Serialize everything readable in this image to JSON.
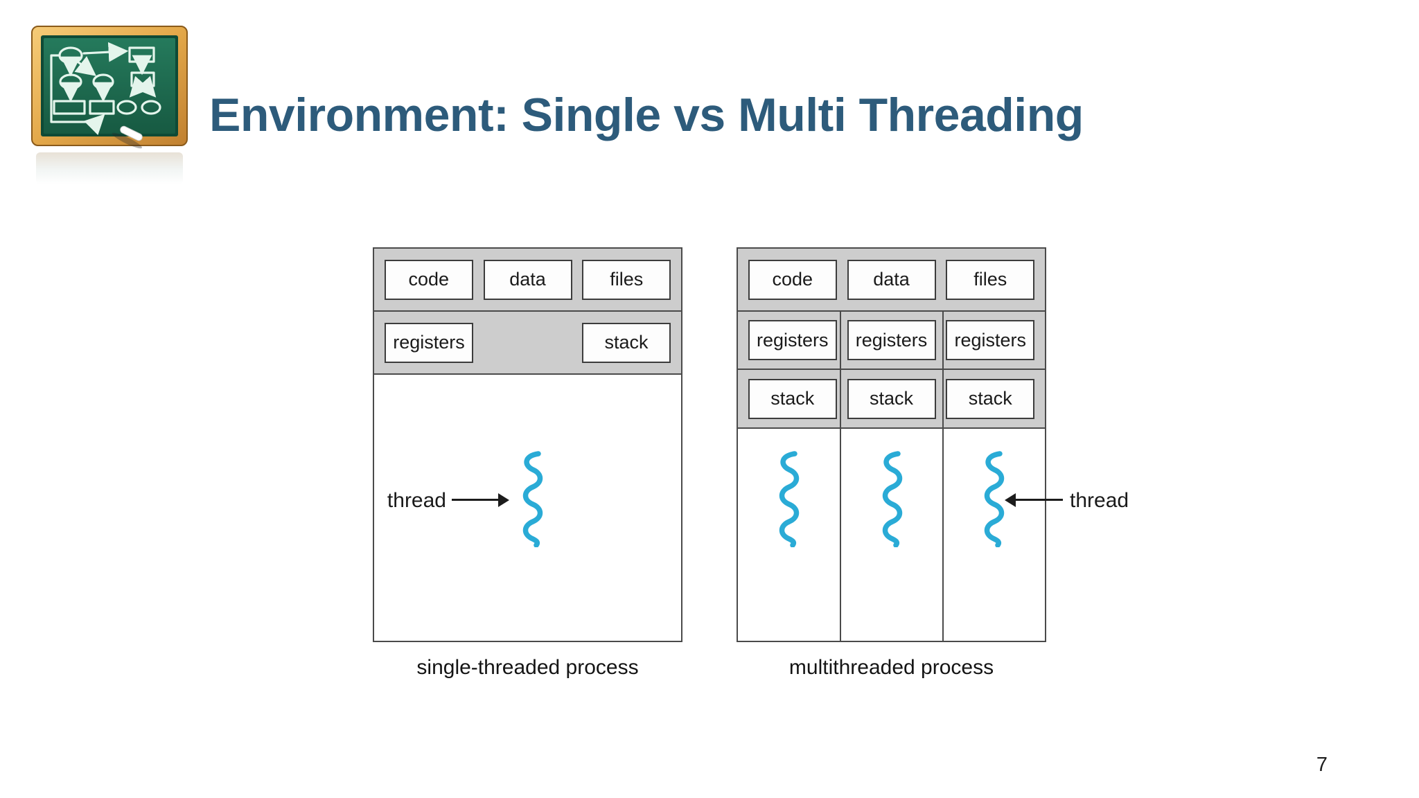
{
  "slide": {
    "title": "Environment: Single vs Multi Threading",
    "page_number": "7"
  },
  "single_process": {
    "caption": "single-threaded process",
    "boxes_row1": [
      "code",
      "data",
      "files"
    ],
    "registers_label": "registers",
    "stack_label": "stack",
    "thread_label": "thread"
  },
  "multi_process": {
    "caption": "multithreaded process",
    "boxes_row1": [
      "code",
      "data",
      "files"
    ],
    "registers_labels": [
      "registers",
      "registers",
      "registers"
    ],
    "stack_labels": [
      "stack",
      "stack",
      "stack"
    ],
    "thread_label": "thread"
  },
  "icons": {
    "logo": "chalkboard-flowchart-icon",
    "thread": "thread-squiggle-icon"
  },
  "colors": {
    "title_text": "#2d5b7b",
    "diagram_fill_gray": "#cdcdcd",
    "diagram_border": "#3c3c3c",
    "thread_squiggle": "#2aabd6",
    "chalkboard_green": "#1d6e52",
    "frame_gold": "#e3a84a"
  }
}
